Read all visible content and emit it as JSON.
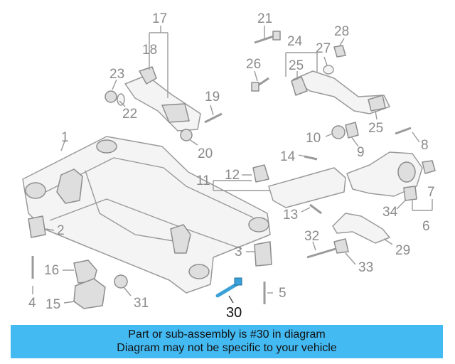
{
  "diagram": {
    "highlight_color": "#3aa0d8",
    "callouts": {
      "c1": "1",
      "c2": "2",
      "c3": "3",
      "c4": "4",
      "c5": "5",
      "c6": "6",
      "c7": "7",
      "c8": "8",
      "c9": "9",
      "c10": "10",
      "c11": "11",
      "c12": "12",
      "c13": "13",
      "c14": "14",
      "c15": "15",
      "c16": "16",
      "c17": "17",
      "c18": "18",
      "c19": "19",
      "c20": "20",
      "c21": "21",
      "c22": "22",
      "c23": "23",
      "c24": "24",
      "c25a": "25",
      "c25b": "25",
      "c26": "26",
      "c27": "27",
      "c28": "28",
      "c29": "29",
      "c30": "30",
      "c31": "31",
      "c32": "32",
      "c33": "33",
      "c34": "34"
    }
  },
  "banner": {
    "line1": "Part or sub-assembly is #30 in diagram",
    "line2": "Diagram may not be specific to your vehicle",
    "background": "#44baf3"
  }
}
